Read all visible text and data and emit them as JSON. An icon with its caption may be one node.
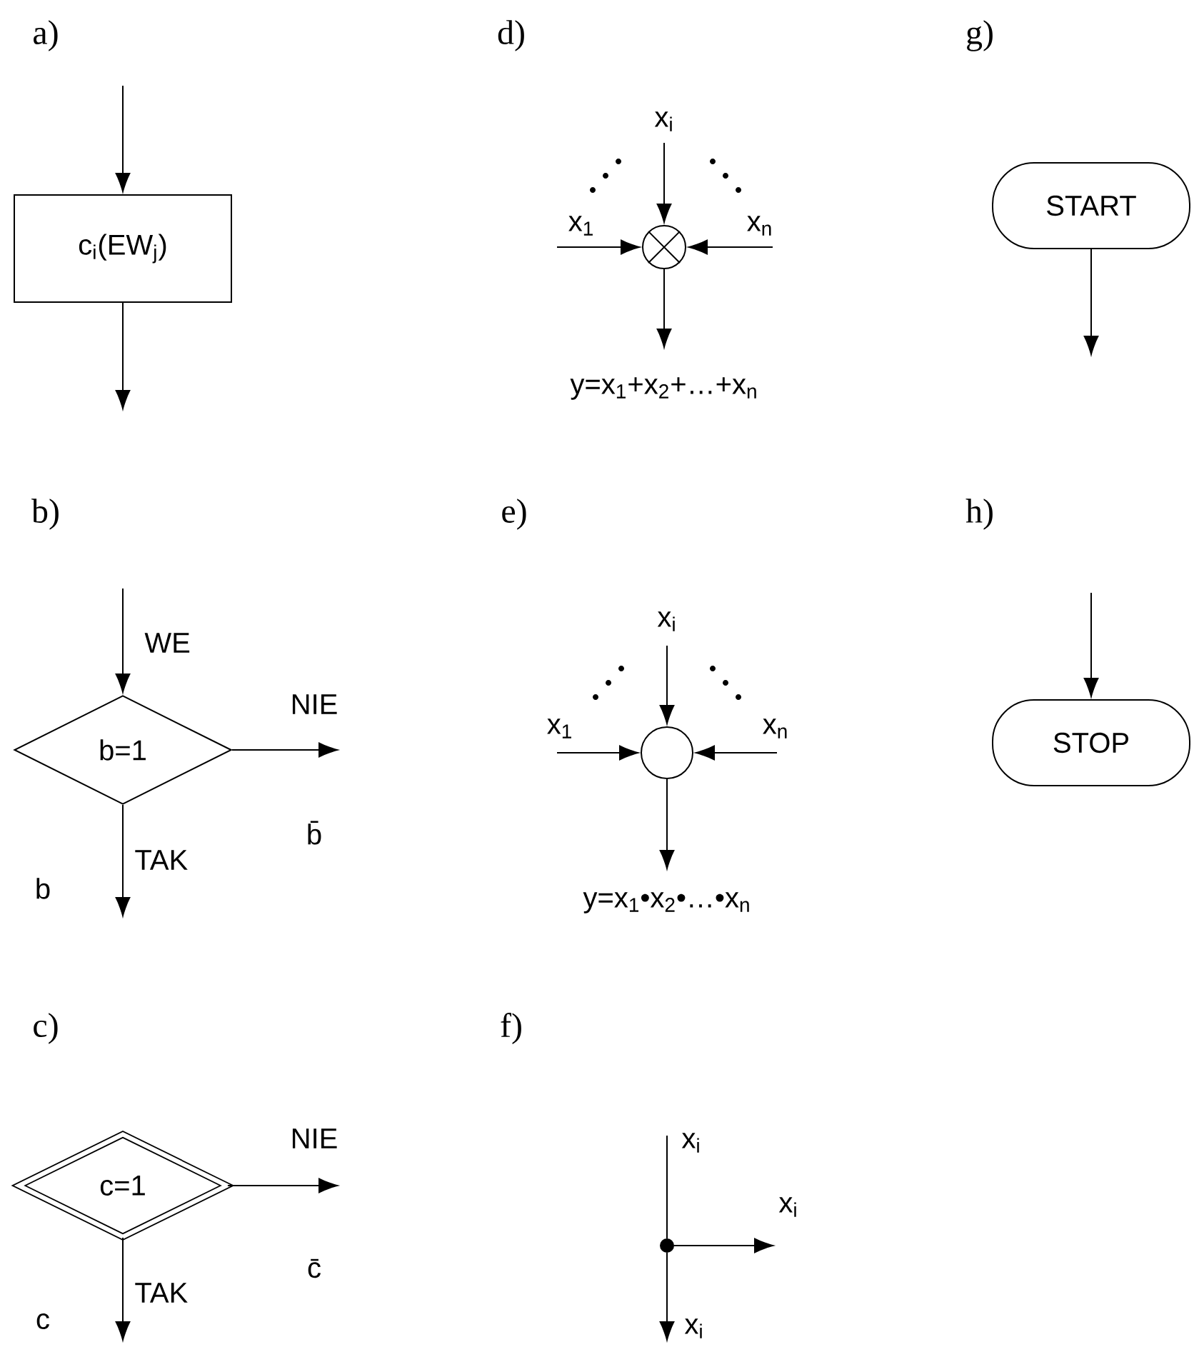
{
  "diagram": {
    "nodes": [
      {
        "text": [
          "c$_{i}$(EW$_{j}$)"
        ]
      },
      {
        "text": [
          "b=1"
        ]
      },
      {
        "text": [
          "c=1"
        ]
      },
      {
        "text": [],
        "shape": "circle"
      },
      {
        "text": [],
        "shape": "circle"
      },
      {
        "text": [],
        "shape": "circle"
      },
      {
        "text": [
          "START"
        ]
      },
      {
        "text": [
          "STOP"
        ]
      }
    ],
    "edges": [
      {
        "from": null,
        "to": 0,
        "arrow": "to"
      },
      {
        "from": 0,
        "to": null,
        "arrow": "to"
      },
      {
        "from": null,
        "to": 3,
        "arrow": "to",
        "label": "x$_{i}$"
      },
      {
        "from": null,
        "to": 3,
        "arrow": "to",
        "label": "x$_{1}$"
      },
      {
        "from": null,
        "to": 3,
        "arrow": "to",
        "label": "x$_{n}$"
      },
      {
        "from": 3,
        "to": null,
        "arrow": "to",
        "label": "y=x$_{1}$+x$_{2}$+…+x$_{n}$"
      },
      {
        "from": 6,
        "to": null,
        "arrow": "to"
      },
      {
        "from": null,
        "to": 1,
        "arrow": "to",
        "label": "WE"
      },
      {
        "from": 1,
        "to": null,
        "arrow": "to",
        "label": "NIE"
      },
      {
        "from": 1,
        "to": null,
        "arrow": "to",
        "label": "TAK"
      },
      {
        "from": null,
        "to": 4,
        "arrow": "to",
        "label": "x$_{i}$"
      },
      {
        "from": null,
        "to": 4,
        "arrow": "to",
        "label": "x$_{1}$"
      },
      {
        "from": null,
        "to": 4,
        "arrow": "to",
        "label": "x$_{n}$"
      },
      {
        "from": 4,
        "to": null,
        "arrow": "to",
        "label": "y=x$_{1}$•x$_{2}$•…•x$_{n}$"
      },
      {
        "from": null,
        "to": 7,
        "arrow": "to"
      },
      {
        "from": 2,
        "to": null,
        "arrow": "to",
        "label": "NIE"
      },
      {
        "from": 2,
        "to": null,
        "arrow": "to",
        "label": "TAK"
      },
      {
        "from": null,
        "to": 5,
        "arrow": "none",
        "label": "x$_{i}$"
      },
      {
        "from": 5,
        "to": null,
        "arrow": "to",
        "label": "x$_{i}$"
      },
      {
        "from": 5,
        "to": null,
        "arrow": "to",
        "label": "x$_{i}$"
      }
    ],
    "labels": [
      "a)",
      "d)",
      "g)",
      "b)",
      "b̄",
      "b",
      "e)",
      "h)",
      "c)",
      "c̄",
      "c",
      "f)"
    ]
  }
}
